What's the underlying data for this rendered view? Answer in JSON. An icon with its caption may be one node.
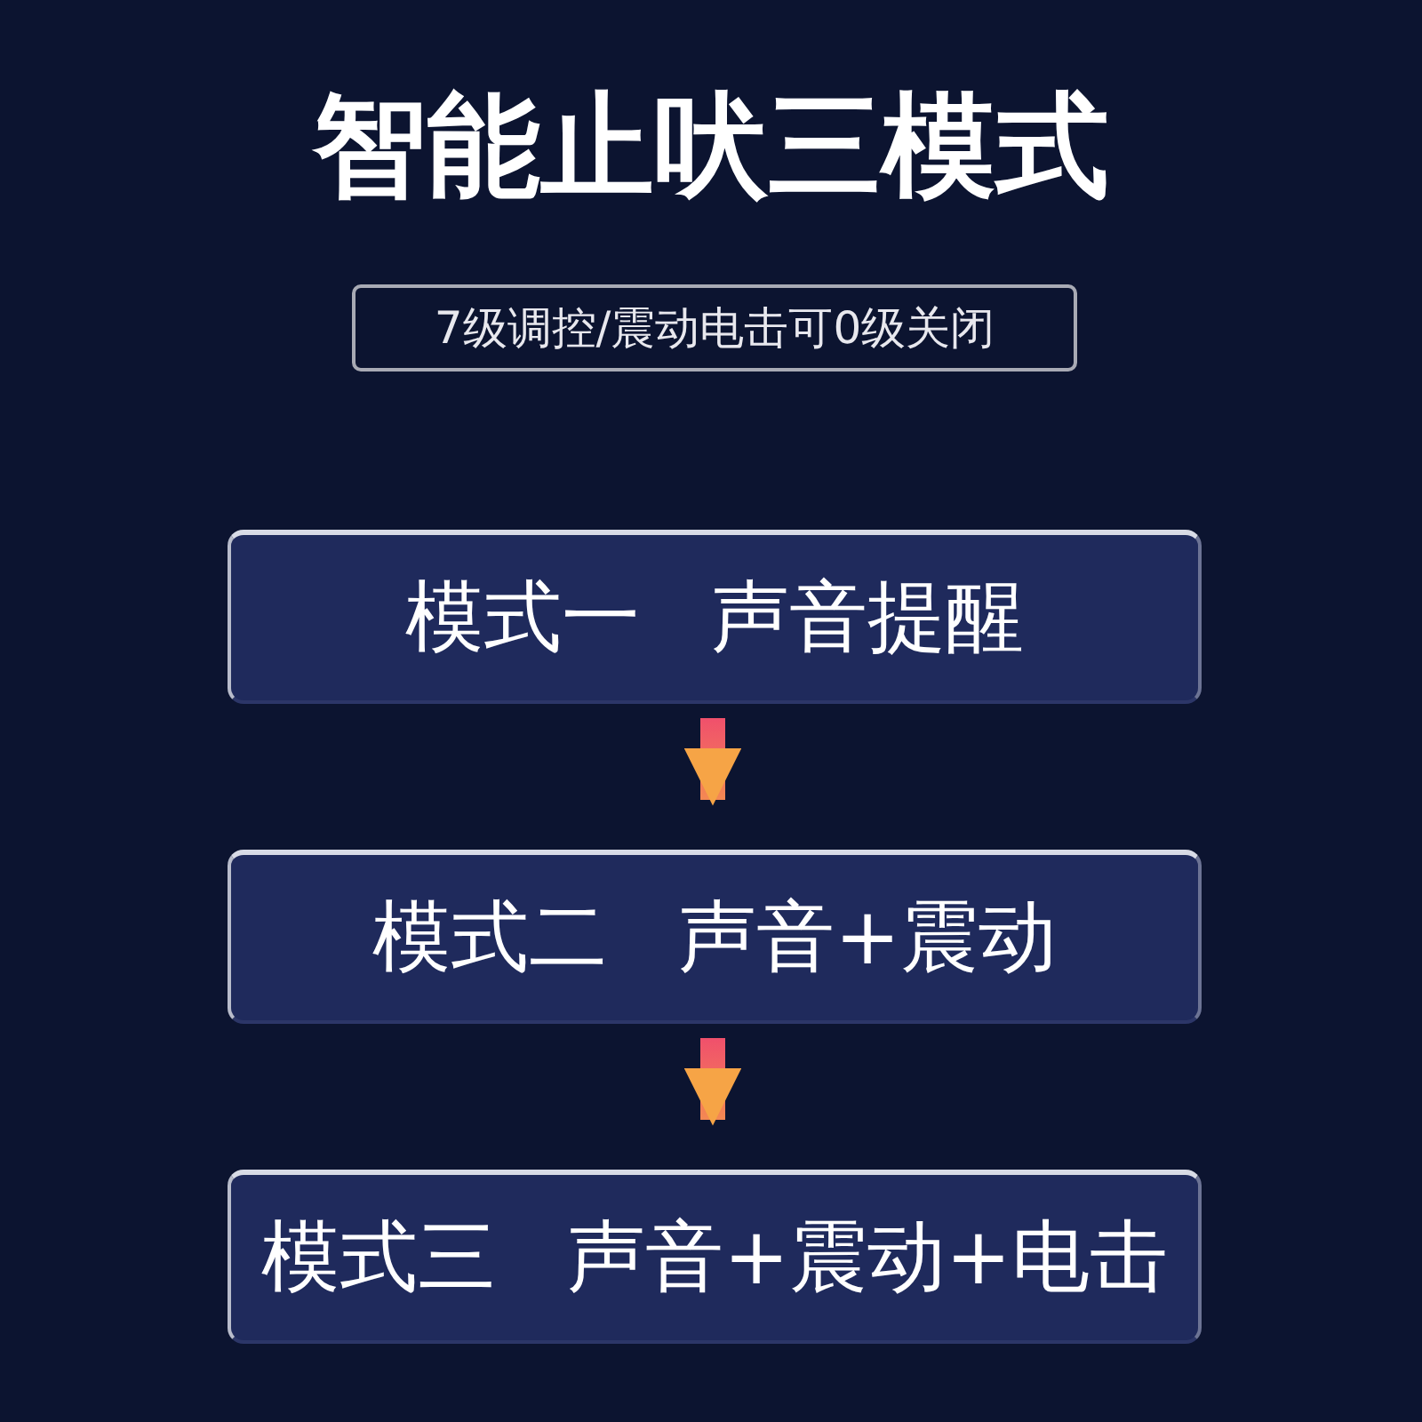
{
  "diagram": {
    "title": "智能止吠三模式",
    "nodes": [
      {
        "text": [
          "7级调控/震动电击可0级关闭"
        ]
      },
      {
        "text": [
          "模式一",
          "声音提醒"
        ]
      },
      {
        "text": [
          "模式二",
          "声音+震动"
        ]
      },
      {
        "text": [
          "模式三",
          "声音+震动+电击"
        ]
      }
    ],
    "edges": [
      {
        "from": 1,
        "to": 2,
        "arrow": "to"
      },
      {
        "from": 2,
        "to": 3,
        "arrow": "to"
      }
    ]
  }
}
